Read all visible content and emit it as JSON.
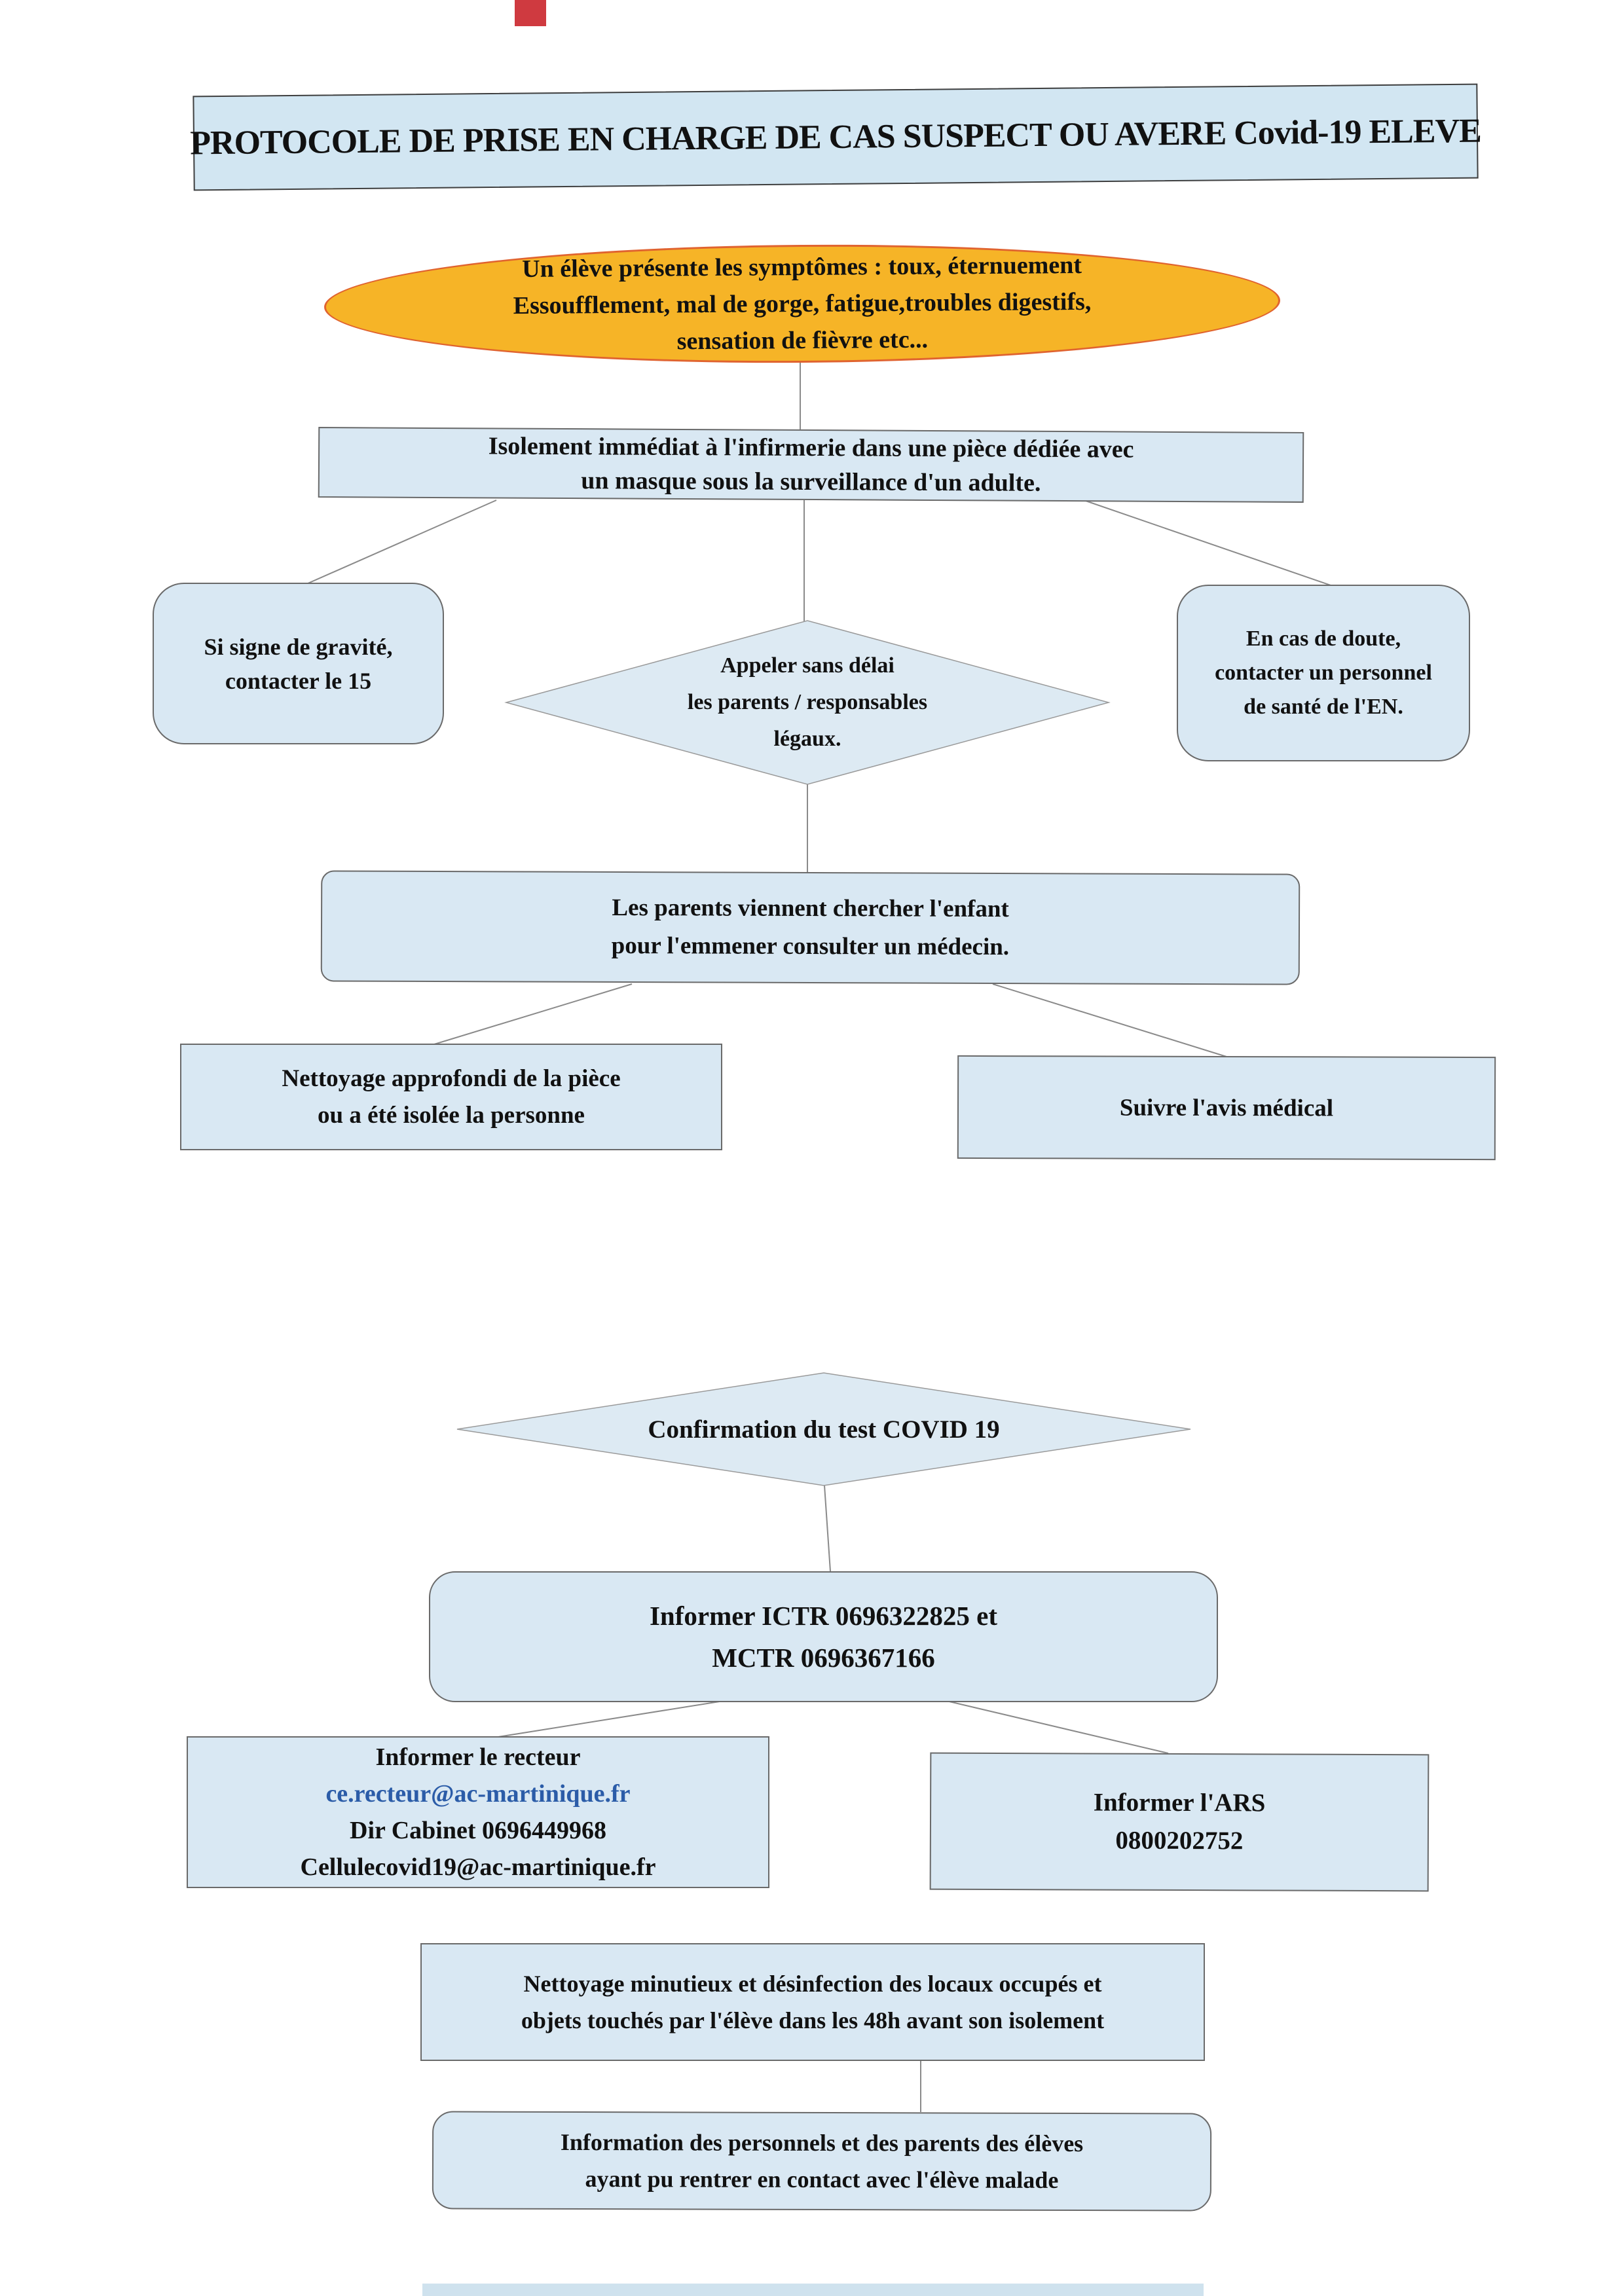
{
  "title": {
    "text": "PROTOCOLE DE PRISE EN CHARGE DE CAS SUSPECT OU AVERE Covid-19 ELEVE"
  },
  "colors": {
    "node_fill": "#d9e8f3",
    "node_border": "#6a6a6a",
    "title_fill": "#d2e6f2",
    "ellipse_fill": "#f6b427",
    "ellipse_border": "#e0632f",
    "link_blue": "#2b5ca8",
    "connector_gray": "#8a8a8a",
    "top_mark_red": "#cf3a40",
    "bottom_strip_blue": "#cfe2ee",
    "text_black": "#111111"
  },
  "nodes": {
    "symptoms": {
      "lines": [
        "Un élève présente les symptômes : toux, éternuement",
        "Essoufflement, mal de gorge, fatigue,troubles digestifs,",
        "sensation de fièvre etc..."
      ]
    },
    "isolement": {
      "lines": [
        "Isolement immédiat à l'infirmerie dans une pièce dédiée avec",
        "un masque sous la surveillance d'un adulte."
      ]
    },
    "gravite": {
      "lines": [
        "Si signe de gravité,",
        "contacter le 15"
      ]
    },
    "appeler": {
      "lines": [
        "Appeler sans délai",
        "les parents / responsables",
        "légaux."
      ]
    },
    "doute": {
      "lines": [
        "En cas de doute,",
        "contacter un personnel",
        "de santé de l'EN."
      ]
    },
    "parents": {
      "lines": [
        "Les parents viennent chercher l'enfant",
        "pour l'emmener consulter un médecin."
      ]
    },
    "nettoyage_piece": {
      "lines": [
        "Nettoyage approfondi de la pièce",
        "ou a été isolée la personne"
      ]
    },
    "avis": {
      "lines": [
        "Suivre l'avis médical"
      ]
    },
    "confirmation": {
      "lines": [
        "Confirmation du test COVID 19"
      ]
    },
    "ictr": {
      "lines": [
        "Informer ICTR 0696322825 et",
        "MCTR 0696367166"
      ]
    },
    "recteur": {
      "lines": [
        "Informer le recteur",
        "ce.recteur@ac-martinique.fr",
        "Dir Cabinet 0696449968",
        "Cellulecovid19@ac-martinique.fr"
      ]
    },
    "ars": {
      "lines": [
        "Informer l'ARS",
        "0800202752"
      ]
    },
    "nettoyage_locaux": {
      "lines": [
        "Nettoyage minutieux et désinfection des locaux occupés et",
        "objets touchés par l'élève dans les 48h avant son isolement"
      ]
    },
    "information": {
      "lines": [
        "Information des personnels et des parents des élèves",
        "ayant pu rentrer en contact avec l'élève malade"
      ]
    }
  }
}
